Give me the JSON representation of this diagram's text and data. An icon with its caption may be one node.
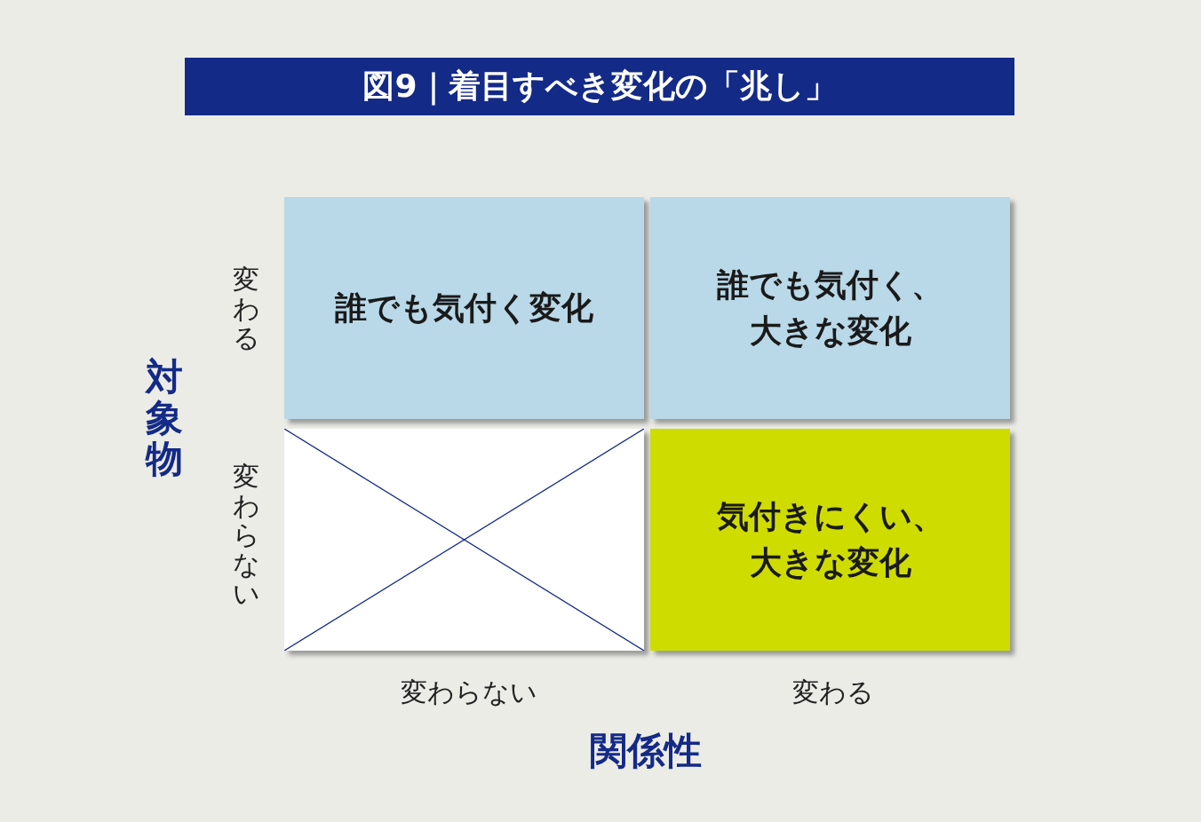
{
  "diagram": {
    "title": "図9｜着目すべき変化の「兆し」",
    "nodes": [
      {
        "text": [
          "誰でも気付く変化"
        ]
      },
      {
        "text": [
          "誰でも気付く、大きな変化"
        ]
      },
      {
        "text": [],
        "shape": "box"
      },
      {
        "text": [
          "気付きにくい、大きな変化"
        ]
      }
    ],
    "labels": [
      "変わる",
      "対象物",
      "変わらない",
      "変わらない",
      "変わる",
      "関係性"
    ]
  }
}
